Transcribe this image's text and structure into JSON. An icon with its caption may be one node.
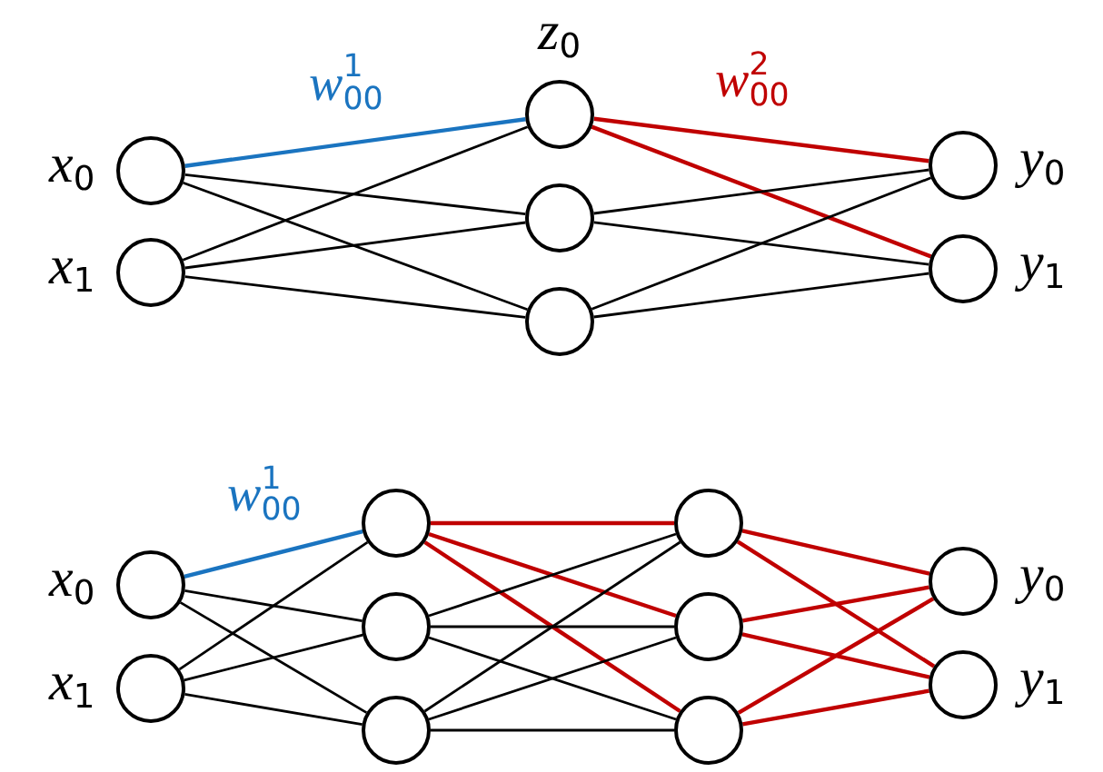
{
  "diagram": {
    "nodes": [
      {
        "text": [],
        "shape": "circle",
        "beside": [
          "*x*$_{0}$"
        ]
      },
      {
        "text": [],
        "shape": "circle",
        "beside": [
          "*x*$_{1}$"
        ]
      },
      {
        "text": [],
        "shape": "circle",
        "beside": [
          "*z*$_{0}$"
        ]
      },
      {
        "text": [],
        "shape": "circle"
      },
      {
        "text": [],
        "shape": "circle"
      },
      {
        "text": [],
        "shape": "circle",
        "beside": [
          "*y*$_{0}$"
        ]
      },
      {
        "text": [],
        "shape": "circle",
        "beside": [
          "*y*$_{1}$"
        ]
      },
      {
        "text": [],
        "shape": "circle",
        "beside": [
          "*x*$_{0}$"
        ]
      },
      {
        "text": [],
        "shape": "circle",
        "beside": [
          "*x*$_{1}$"
        ]
      },
      {
        "text": [],
        "shape": "circle"
      },
      {
        "text": [],
        "shape": "circle"
      },
      {
        "text": [],
        "shape": "circle"
      },
      {
        "text": [],
        "shape": "circle"
      },
      {
        "text": [],
        "shape": "circle"
      },
      {
        "text": [],
        "shape": "circle"
      },
      {
        "text": [],
        "shape": "circle",
        "beside": [
          "*y*$_{0}$"
        ]
      },
      {
        "text": [],
        "shape": "circle",
        "beside": [
          "*y*$_{1}$"
        ]
      }
    ],
    "edges": [
      {
        "from": 0,
        "to": 2,
        "arrow": "none",
        "label": "*w*$^{1}$$_{00}$",
        "color": "#1a74c0"
      },
      {
        "from": 0,
        "to": 3,
        "arrow": "none"
      },
      {
        "from": 0,
        "to": 4,
        "arrow": "none"
      },
      {
        "from": 1,
        "to": 2,
        "arrow": "none"
      },
      {
        "from": 1,
        "to": 3,
        "arrow": "none"
      },
      {
        "from": 1,
        "to": 4,
        "arrow": "none"
      },
      {
        "from": 2,
        "to": 5,
        "arrow": "none",
        "label": "*w*$^{2}$$_{00}$",
        "color": "#c00000"
      },
      {
        "from": 2,
        "to": 6,
        "arrow": "none",
        "color": "#c00000"
      },
      {
        "from": 3,
        "to": 5,
        "arrow": "none"
      },
      {
        "from": 3,
        "to": 6,
        "arrow": "none"
      },
      {
        "from": 4,
        "to": 5,
        "arrow": "none"
      },
      {
        "from": 4,
        "to": 6,
        "arrow": "none"
      },
      {
        "from": 7,
        "to": 9,
        "arrow": "none",
        "label": "*w*$^{1}$$_{00}$",
        "color": "#1a74c0"
      },
      {
        "from": 7,
        "to": 10,
        "arrow": "none"
      },
      {
        "from": 7,
        "to": 11,
        "arrow": "none"
      },
      {
        "from": 8,
        "to": 9,
        "arrow": "none"
      },
      {
        "from": 8,
        "to": 10,
        "arrow": "none"
      },
      {
        "from": 8,
        "to": 11,
        "arrow": "none"
      },
      {
        "from": 9,
        "to": 12,
        "arrow": "none",
        "color": "#c00000"
      },
      {
        "from": 9,
        "to": 13,
        "arrow": "none",
        "color": "#c00000"
      },
      {
        "from": 9,
        "to": 14,
        "arrow": "none",
        "color": "#c00000"
      },
      {
        "from": 10,
        "to": 12,
        "arrow": "none"
      },
      {
        "from": 10,
        "to": 13,
        "arrow": "none"
      },
      {
        "from": 10,
        "to": 14,
        "arrow": "none"
      },
      {
        "from": 11,
        "to": 12,
        "arrow": "none"
      },
      {
        "from": 11,
        "to": 13,
        "arrow": "none"
      },
      {
        "from": 11,
        "to": 14,
        "arrow": "none"
      },
      {
        "from": 12,
        "to": 15,
        "arrow": "none",
        "color": "#c00000"
      },
      {
        "from": 12,
        "to": 16,
        "arrow": "none",
        "color": "#c00000"
      },
      {
        "from": 13,
        "to": 15,
        "arrow": "none",
        "color": "#c00000"
      },
      {
        "from": 13,
        "to": 16,
        "arrow": "none",
        "color": "#c00000"
      },
      {
        "from": 14,
        "to": 15,
        "arrow": "none",
        "color": "#c00000"
      },
      {
        "from": 14,
        "to": 16,
        "arrow": "none",
        "color": "#c00000"
      }
    ]
  }
}
